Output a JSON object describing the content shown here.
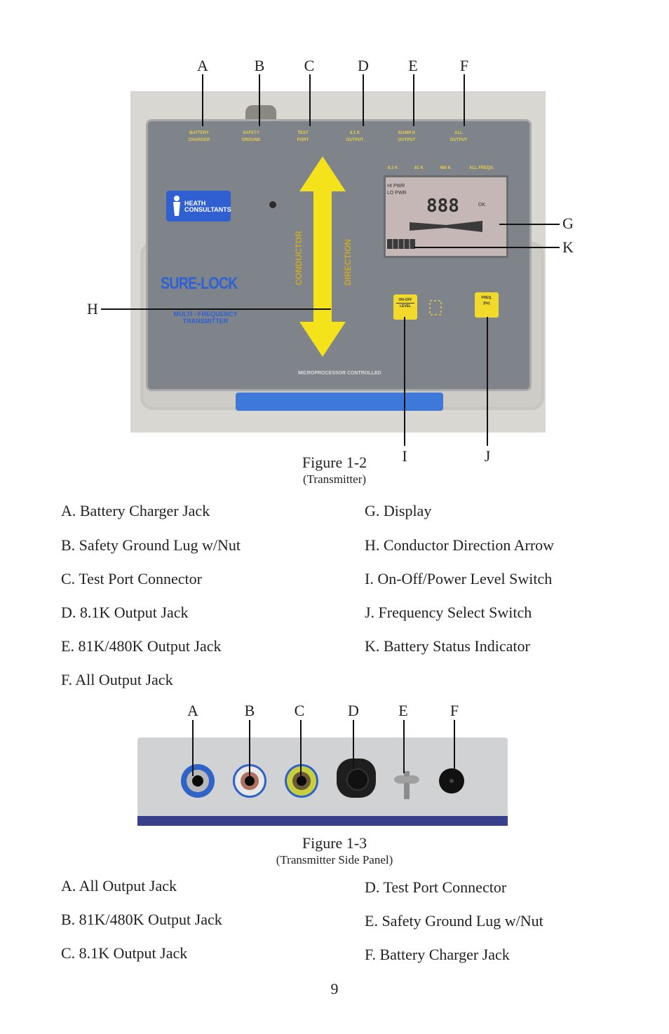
{
  "figure_1_2": {
    "callouts_top": [
      "A",
      "B",
      "C",
      "D",
      "E",
      "F"
    ],
    "callouts_right": [
      "G",
      "K"
    ],
    "callout_left": "H",
    "callouts_bottom": [
      "I",
      "J"
    ],
    "title": "Figure 1-2",
    "subtitle": "(Transmitter)",
    "photo": {
      "port_labels": [
        [
          "BATTERY",
          "CHARGER"
        ],
        [
          "SAFETY",
          "GROUND"
        ],
        [
          "TEST",
          "PORT"
        ],
        [
          "8.1 K",
          "OUTPUT"
        ],
        [
          "81/480 K",
          "OUTPUT"
        ],
        [
          "ALL",
          "OUTPUT"
        ]
      ],
      "logo_text": [
        "HEATH",
        "CONSULTANTS"
      ],
      "brand": "SURE-LOCK",
      "brand_sub": [
        "MULTI - FREQUENCY",
        "TRANSMITTER"
      ],
      "arrow_text_left": "CONDUCTOR",
      "arrow_text_right": "DIRECTION",
      "freq_labels": [
        "8.1 K",
        "81 K",
        "480 K",
        "ALL FREQS."
      ],
      "display_pwr": [
        "HI PWR",
        "LO PWR"
      ],
      "display_digits": "888",
      "display_ok": "OK",
      "button_onoff": [
        "ON-OFF",
        "LEVEL"
      ],
      "button_freq": [
        "FREQ.",
        "(Hz)"
      ],
      "footer": "MICROPROCESSOR CONTROLLED"
    },
    "legend_left": [
      "A. Battery Charger Jack",
      "B. Safety Ground Lug w/Nut",
      "C. Test Port Connector",
      "D. 8.1K Output Jack",
      "E. 81K/480K Output Jack",
      "F. All Output Jack"
    ],
    "legend_right": [
      "G. Display",
      "H. Conductor Direction Arrow",
      "I. On-Off/Power Level Switch",
      "J. Frequency Select Switch",
      "K. Battery Status Indicator"
    ]
  },
  "figure_1_3": {
    "callouts_top": [
      "A",
      "B",
      "C",
      "D",
      "E",
      "F"
    ],
    "title": "Figure 1-3",
    "subtitle": "(Transmitter Side Panel)",
    "legend_left": [
      "A. All Output Jack",
      "B. 81K/480K Output Jack",
      "C. 8.1K Output Jack"
    ],
    "legend_right": [
      "D. Test Port Connector",
      "E. Safety Ground Lug w/Nut",
      "F. Battery Charger Jack"
    ]
  },
  "page_number": "9",
  "colors": {
    "panel": "#7f838a",
    "arrow": "#f4e21a",
    "brand_blue": "#2e61d6",
    "button_yellow": "#f2da2b",
    "label_yellow": "#e7cf46"
  }
}
